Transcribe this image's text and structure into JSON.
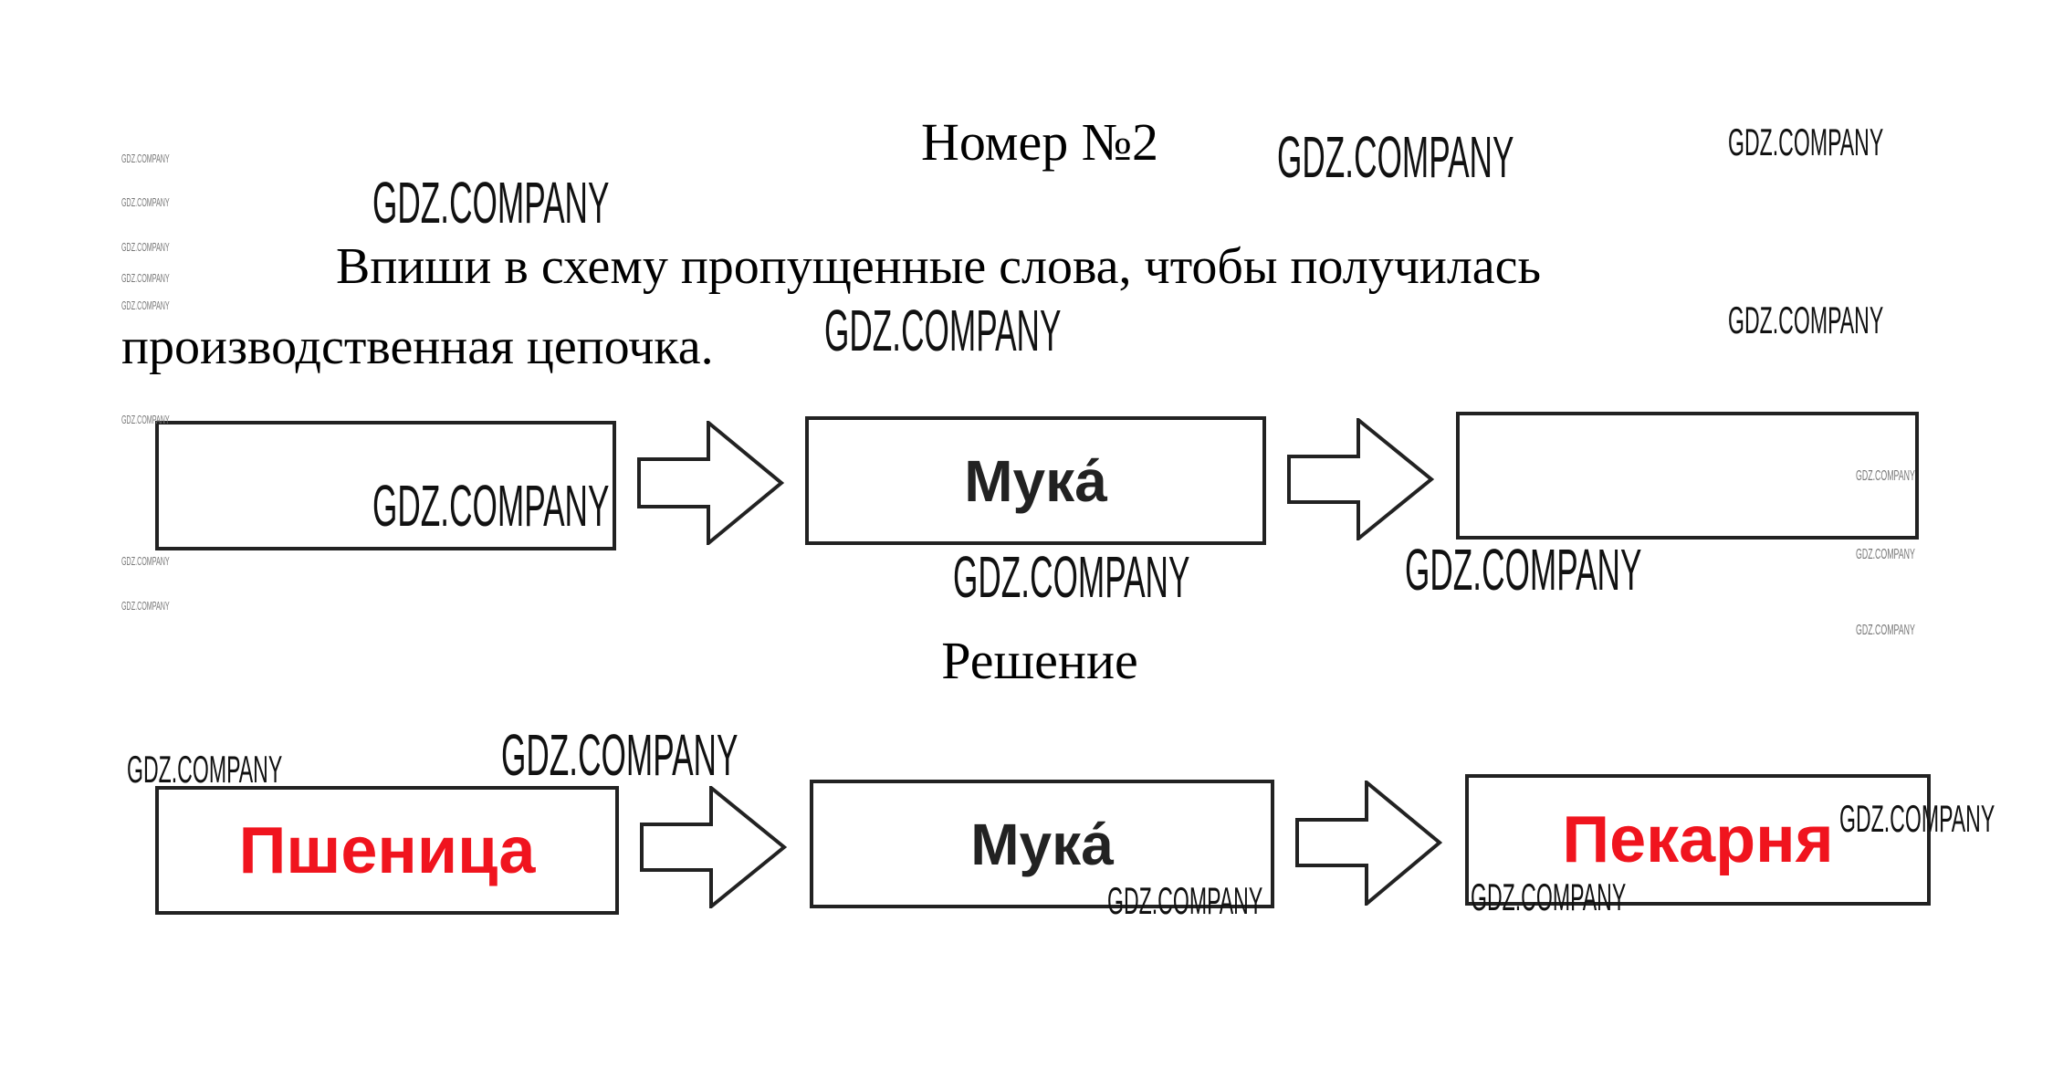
{
  "title": "Номер №2",
  "task": {
    "line1": "Впиши в схему пропущенные слова, чтобы получилась",
    "line2": "производственная цепочка."
  },
  "task_chain": [
    "",
    "Мука́",
    ""
  ],
  "solution_heading": "Решение",
  "solution_chain": [
    "Пшеница",
    "Мука́",
    "Пекарня"
  ],
  "watermark": "GDZ.COMPANY",
  "colors": {
    "answer": "#f0141e",
    "text": "#000000"
  }
}
